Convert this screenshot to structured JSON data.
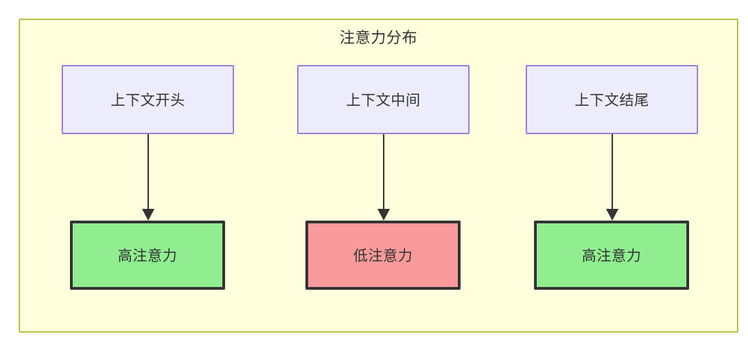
{
  "diagram": {
    "title": "注意力分布",
    "type": "flowchart",
    "colors": {
      "container_fill": "#ffffde",
      "container_border": "#bfbf3f",
      "context_fill": "#ececfc",
      "context_border": "#9d79e0",
      "high_attention_fill": "#90ee90",
      "low_attention_fill": "#fa9a9a",
      "node_border": "#333333",
      "edge": "#333333",
      "text": "#333333"
    },
    "columns": [
      {
        "context": {
          "label": "上下文开头"
        },
        "attention": {
          "label": "高注意力",
          "level": "high"
        }
      },
      {
        "context": {
          "label": "上下文中间"
        },
        "attention": {
          "label": "低注意力",
          "level": "low"
        }
      },
      {
        "context": {
          "label": "上下文结尾"
        },
        "attention": {
          "label": "高注意力",
          "level": "high"
        }
      }
    ]
  }
}
